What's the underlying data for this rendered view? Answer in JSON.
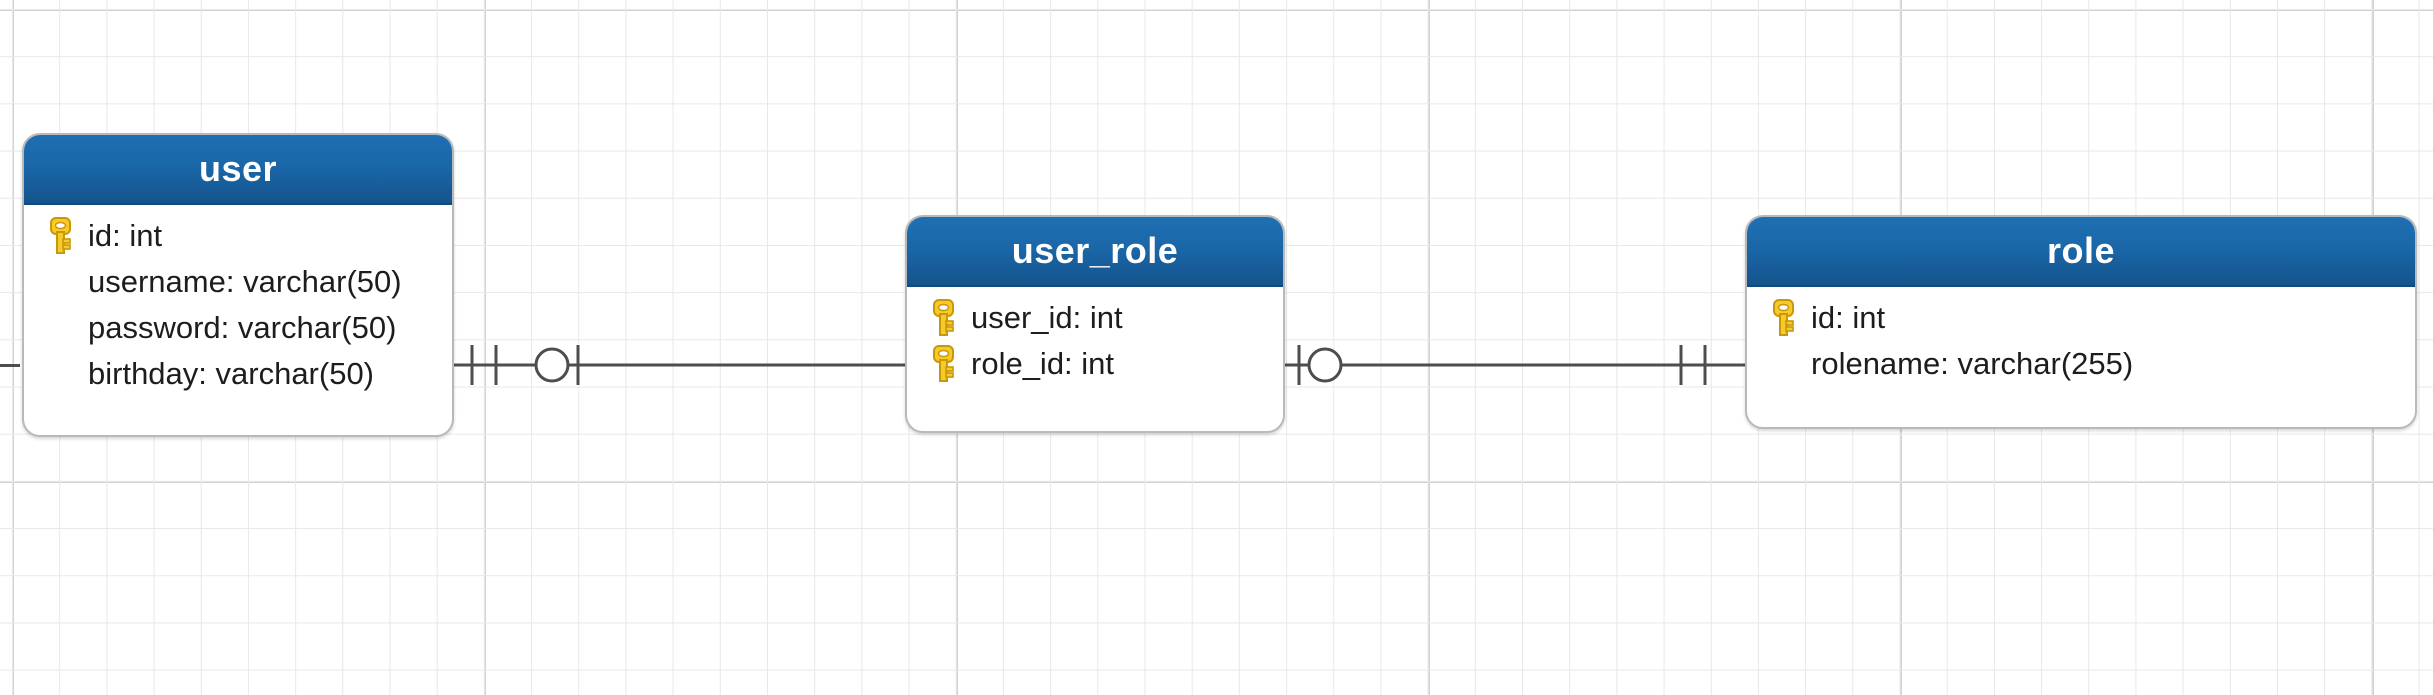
{
  "diagram": {
    "type": "er-diagram",
    "notation": "crows-foot-barker",
    "background": "grid",
    "grid_color": "#e8e8e8",
    "header_color": "#1a67a8",
    "key_icon_color": "#f2c21a",
    "entities": [
      {
        "id": "user",
        "name": "user",
        "fields": [
          {
            "name": "id",
            "type": "int",
            "label": "id: int",
            "key": true
          },
          {
            "name": "username",
            "type": "varchar(50)",
            "label": "username: varchar(50)",
            "key": false
          },
          {
            "name": "password",
            "type": "varchar(50)",
            "label": "password: varchar(50)",
            "key": false
          },
          {
            "name": "birthday",
            "type": "varchar(50)",
            "label": "birthday: varchar(50)",
            "key": false
          }
        ]
      },
      {
        "id": "user_role",
        "name": "user_role",
        "fields": [
          {
            "name": "user_id",
            "type": "int",
            "label": "user_id: int",
            "key": true
          },
          {
            "name": "role_id",
            "type": "int",
            "label": "role_id: int",
            "key": true
          }
        ]
      },
      {
        "id": "role",
        "name": "role",
        "fields": [
          {
            "name": "id",
            "type": "int",
            "label": "id: int",
            "key": true
          },
          {
            "name": "rolename",
            "type": "varchar(255)",
            "label": "rolename: varchar(255)",
            "key": false
          }
        ]
      }
    ],
    "relationships": [
      {
        "id": "user-user_role",
        "from": "user",
        "to": "user_role",
        "from_cardinality": "exactly-one",
        "from_symbol": "||",
        "to_cardinality": "zero-or-one",
        "to_symbol": "O|"
      },
      {
        "id": "user_role-role",
        "from": "user_role",
        "to": "role",
        "from_cardinality": "zero-or-one",
        "from_symbol": "|O",
        "to_cardinality": "exactly-one",
        "to_symbol": "||"
      }
    ],
    "edge_stub": {
      "id": "left-edge-stub",
      "description": "connector line continuing off the left canvas edge"
    }
  }
}
